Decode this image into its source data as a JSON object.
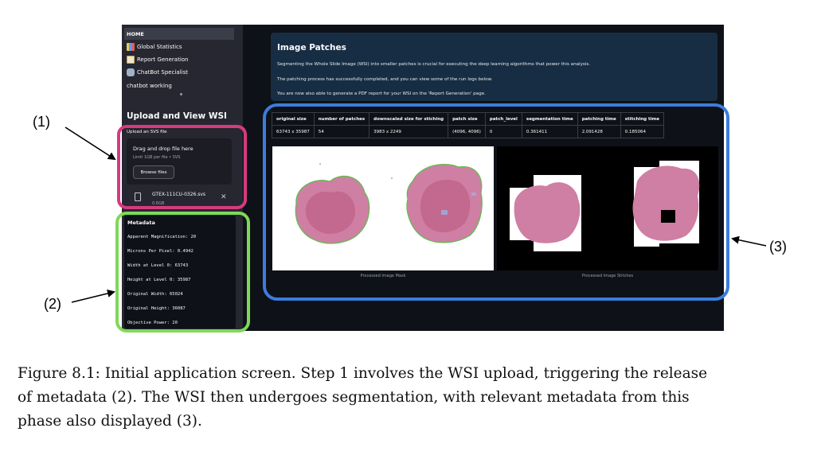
{
  "sidebar": {
    "nav": [
      {
        "label": "HOME",
        "icon": "home"
      },
      {
        "label": "Global Statistics",
        "icon": "bar-chart-icon"
      },
      {
        "label": "Report Generation",
        "icon": "memo-icon"
      },
      {
        "label": "ChatBot Specialist",
        "icon": "robot-icon"
      },
      {
        "label": "chatbot working",
        "icon": ""
      }
    ],
    "title": "Upload and View WSI",
    "upload_label": "Upload an SVS file",
    "dropzone_title": "Drag and drop file here",
    "dropzone_sub": "Limit 1GB per file • SVS",
    "browse_label": "Browse files",
    "file_name": "GTEX-111CU-0326.svs",
    "file_size": "0.6GB",
    "close_glyph": "✕",
    "metadata_title": "Metadata",
    "metadata_lines": [
      "Apparent Magnification: 20",
      "Microns Per Pixel: 0.4942",
      "Width at Level 0: 63743",
      "Height at Level 0: 35987",
      "Original Width: 65024",
      "Original Height: 36087",
      "Objective Power: 20"
    ]
  },
  "main": {
    "title": "Image Patches",
    "lines": [
      "Segmenting the Whole Slide Image (WSI) into smaller patches is crucial for executing the deep learning algorithms that power this analysis.",
      "The patching process has successfully completed, and you can view some of the run logs below.",
      "You are now also able to generate a PDF report for your WSI on the 'Report Generation' page."
    ],
    "table": {
      "headers": [
        "original size",
        "number of patches",
        "downscaled size for stiching",
        "patch size",
        "patch_level",
        "segmentation time",
        "patching time",
        "stitching time"
      ],
      "row": [
        "63743 x 35987",
        "54",
        "3983 x 2249",
        "(4096, 4096)",
        "0",
        "0.361411",
        "2.091428",
        "0.185064"
      ]
    },
    "mask_caption": "Processed Image Mask",
    "stitch_caption": "Processed Image Stitches"
  },
  "annotations": {
    "label1": "(1)",
    "label2": "(2)",
    "label3": "(3)",
    "colors": {
      "box1": "#d63a7f",
      "box2": "#7ed957",
      "box3": "#3b7ddd"
    }
  },
  "caption": {
    "lines": [
      "Figure 8.1: Initial application screen. Step 1 involves the WSI upload, triggering the release",
      "of metadata (2). The WSI then undergoes segmentation, with relevant metadata from this",
      "phase also displayed (3)."
    ]
  }
}
